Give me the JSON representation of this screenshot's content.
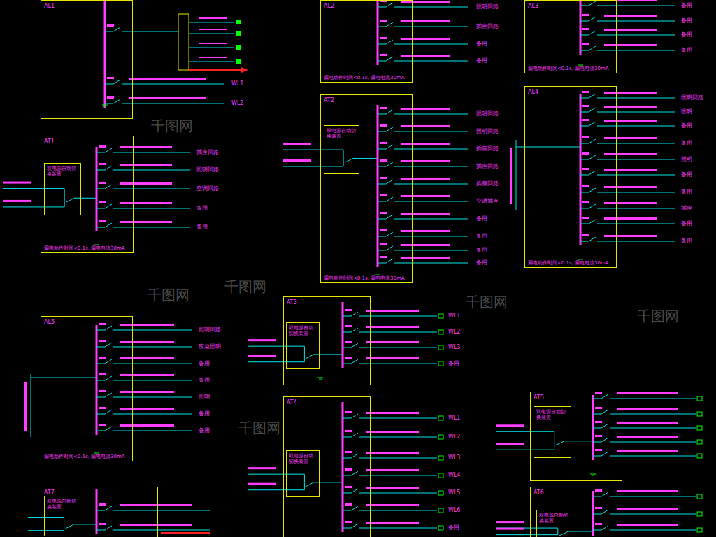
{
  "diagram": {
    "nodes": [
      {
        "text": [
          "AL1"
        ]
      },
      {
        "text": [
          "AT1",
          "漏电动作时间<0.1s, 漏电电流30mA"
        ]
      },
      {
        "text": [
          "双电源自动切换装置"
        ],
        "in": 1
      },
      {
        "text": [
          "AL2",
          "漏电动作时间<0.1s, 漏电电流30mA"
        ]
      },
      {
        "text": [
          "AT2",
          "漏电动作时间<0.1s, 漏电电流30mA"
        ]
      },
      {
        "text": [
          "双电源自动切换装置"
        ],
        "in": 4
      },
      {
        "text": [
          "AL3",
          "漏电动作时间<0.1s, 漏电电流30mA"
        ]
      },
      {
        "text": [
          "AL4",
          "漏电动作时间<0.1s, 漏电电流30mA"
        ]
      },
      {
        "text": [
          "AL5",
          "漏电动作时间<0.1s, 漏电电流30mA"
        ]
      },
      {
        "text": [
          "AT3"
        ]
      },
      {
        "text": [
          "双电源自动切换装置"
        ],
        "in": 9
      },
      {
        "text": [
          "AT4"
        ]
      },
      {
        "text": [
          "双电源自动切换装置"
        ],
        "in": 11
      },
      {
        "text": [
          "AT5"
        ]
      },
      {
        "text": [
          "双电源自动切换装置"
        ],
        "in": 13
      },
      {
        "text": [
          "AT6"
        ]
      },
      {
        "text": [
          "双电源自动切换装置"
        ],
        "in": 15
      },
      {
        "text": [
          "AT7"
        ]
      },
      {
        "text": [
          "双电源自动切换装置"
        ],
        "in": 17
      }
    ],
    "labels": [
      "WL1",
      "WL2",
      "插座回路",
      "照明回路",
      "空调回路",
      "备用",
      "备用",
      "照明回路",
      "插座回路",
      "备用",
      "备用",
      "照明回路",
      "照明回路",
      "插座回路",
      "插座回路",
      "插座回路",
      "空调插座",
      "备用",
      "备用",
      "备用",
      "备用",
      "备用",
      "备用",
      "备用",
      "备用",
      "照明回路",
      "照明",
      "备用",
      "备用",
      "照明",
      "备用",
      "备用",
      "插座",
      "备用",
      "备用",
      "照明回路",
      "应急照明",
      "备用",
      "备用",
      "照明",
      "备用",
      "备用",
      "WL1",
      "WL2",
      "WL3",
      "备用",
      "WL1",
      "WL2",
      "WL3",
      "WL4",
      "WL5",
      "WL6",
      "备用",
      "千图网",
      "千图网",
      "千图网",
      "千图网",
      "千图网",
      "千图网"
    ]
  }
}
